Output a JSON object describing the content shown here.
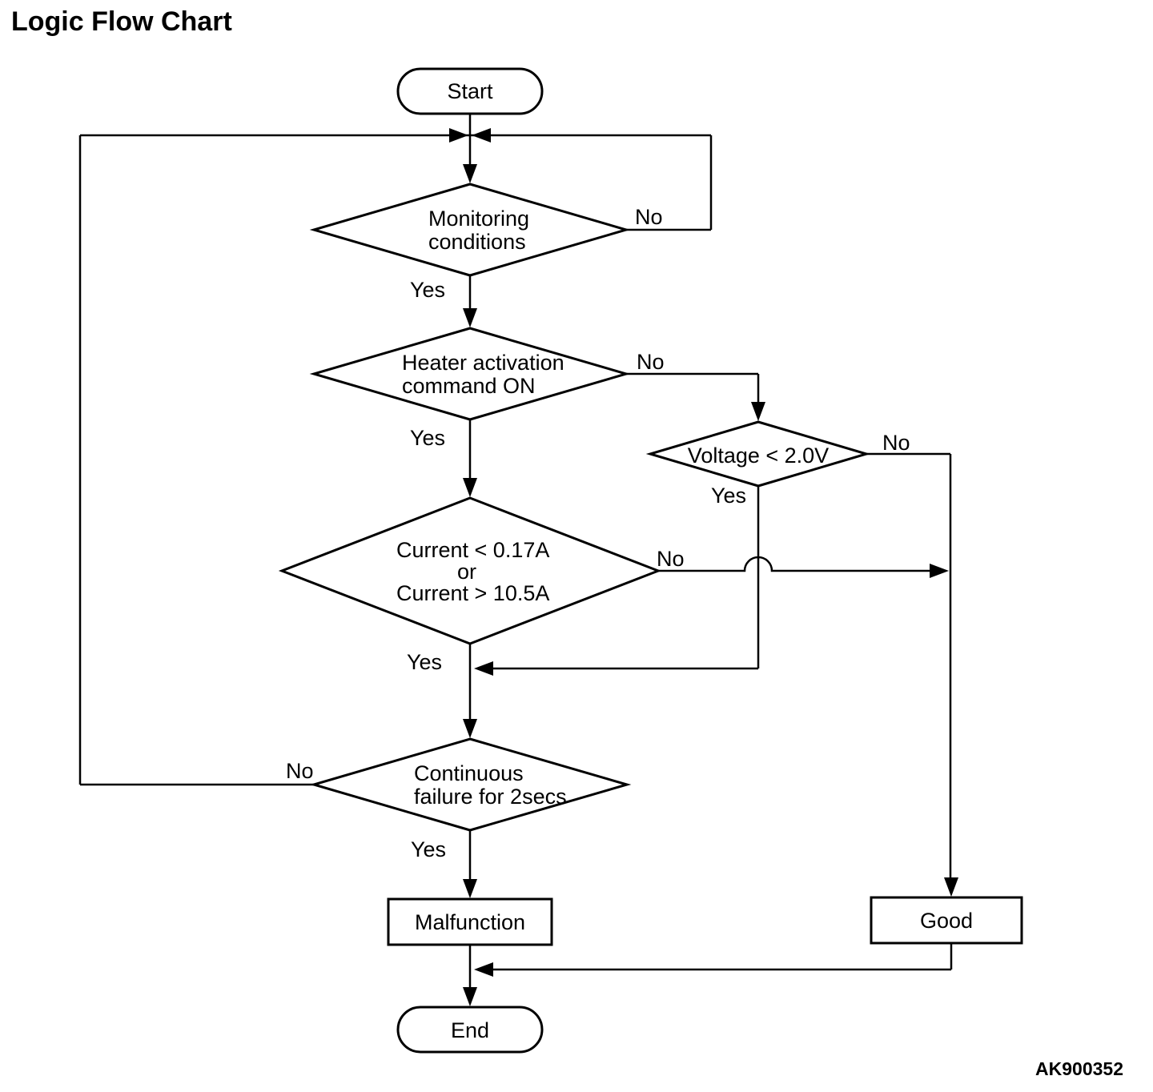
{
  "title": "Logic Flow Chart",
  "figure_code": "AK900352",
  "colors": {
    "line": "#000000",
    "text": "#000000",
    "background": "#ffffff"
  },
  "nodes": {
    "start": {
      "type": "terminator",
      "label": "Start"
    },
    "monitoring": {
      "type": "decision",
      "line1": "Monitoring",
      "line2": "conditions"
    },
    "heater": {
      "type": "decision",
      "line1": "Heater activation",
      "line2": "command ON"
    },
    "voltage": {
      "type": "decision",
      "label": "Voltage < 2.0V"
    },
    "current": {
      "type": "decision",
      "line1": "Current < 0.17A",
      "line2": "or",
      "line3": "Current > 10.5A"
    },
    "continuous": {
      "type": "decision",
      "line1": "Continuous",
      "line2": "failure for 2secs"
    },
    "malfunction": {
      "type": "process",
      "label": "Malfunction"
    },
    "good": {
      "type": "process",
      "label": "Good"
    },
    "end": {
      "type": "terminator",
      "label": "End"
    }
  },
  "edges": {
    "monitoring_yes": "Yes",
    "monitoring_no": "No",
    "heater_yes": "Yes",
    "heater_no": "No",
    "voltage_yes": "Yes",
    "voltage_no": "No",
    "current_yes": "Yes",
    "current_no": "No",
    "continuous_yes": "Yes",
    "continuous_no": "No"
  }
}
